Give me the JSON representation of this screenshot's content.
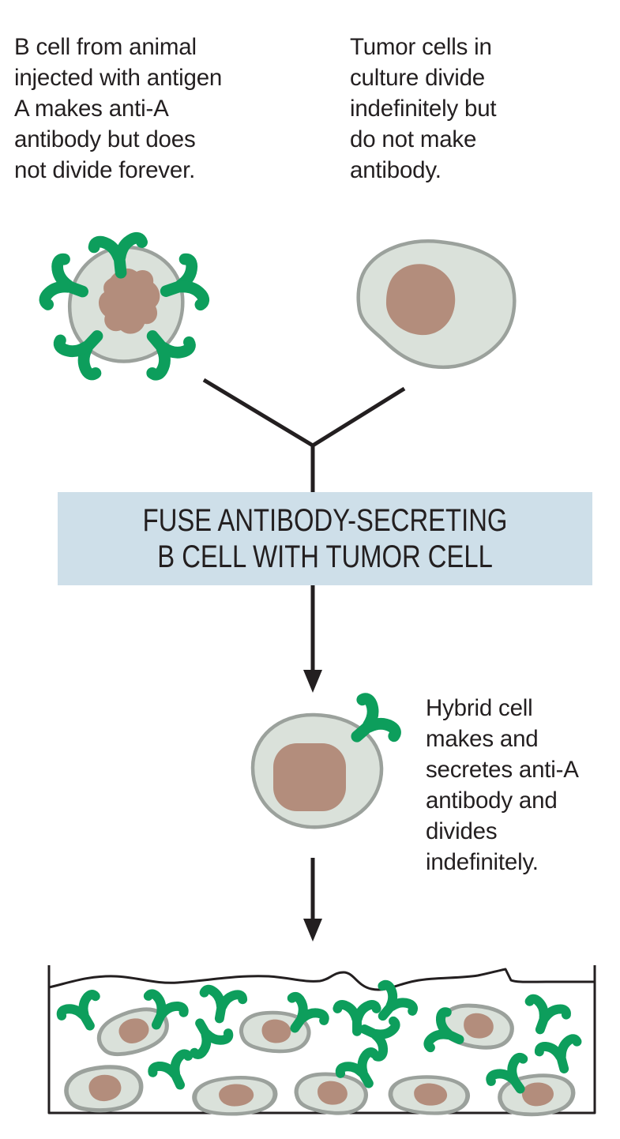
{
  "captions": {
    "b_cell": "B cell from animal\ninjected with antigen\nA makes anti-A\nantibody but does\nnot divide forever.",
    "tumor_cell": "Tumor cells in\nculture divide\nindefinitely but\ndo not make\nantibody.",
    "hybrid_cell": "Hybrid cell\nmakes and\nsecretes anti-A\nantibody and\ndivides\nindefinitely."
  },
  "banner": {
    "line1": "FUSE ANTIBODY-SECRETING",
    "line2": "B CELL WITH TUMOR CELL"
  },
  "icons": {
    "antibody": "green Y-shaped antibody",
    "arrow": "black down arrow",
    "cell": "cell with brown nucleus",
    "dish": "culture dish with liquid surface"
  },
  "colors": {
    "antibody_green": "#0D9E5C",
    "cell_fill": "#DAE1DA",
    "cell_outline": "#9BA19C",
    "nucleus_brown": "#B38D7C",
    "banner_bg": "#CEDFE9",
    "ink": "#231F20",
    "background": "#FFFFFF"
  }
}
